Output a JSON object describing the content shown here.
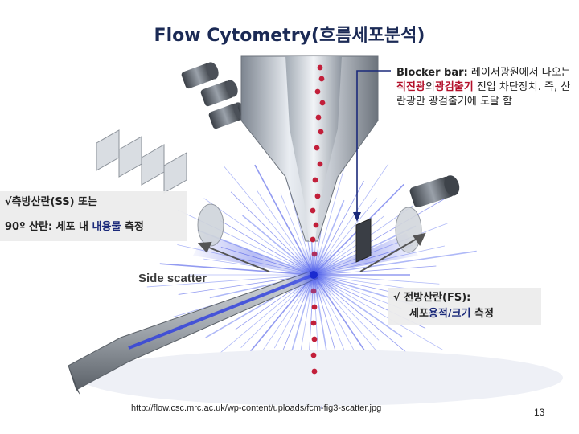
{
  "title": "Flow Cytometry(흐름세포분석)",
  "blocker": {
    "term": "Blocker bar:",
    "t1": " 레이저광원에서 나오는 ",
    "direct": "직진광",
    "t2": "의",
    "detector": "광검출기",
    "t3": " 진입 차단장치. 즉, 산란광만 광검출기에 도달 함"
  },
  "side_scatter_note": {
    "line1": "√측방산란(SS) 또는",
    "line2_a": "90º 산란: 세포 내 ",
    "line2_b": "내용물",
    "line2_c": " 측정"
  },
  "forward_scatter_note": {
    "line1": "√ 전방산란(FS):",
    "line2_a": "세포",
    "line2_b": "용적/크기",
    "line2_c": " 측정"
  },
  "image_label": "Side scatter",
  "source_url": "http://flow.csc.mrc.ac.uk/wp-content/uploads/fcm-fig3-scatter.jpg",
  "page_number": "13",
  "colors": {
    "title": "#1b2a55",
    "highlight_red": "#b3102a",
    "highlight_navy": "#1b2a7a",
    "laser": "#2d3de0"
  }
}
